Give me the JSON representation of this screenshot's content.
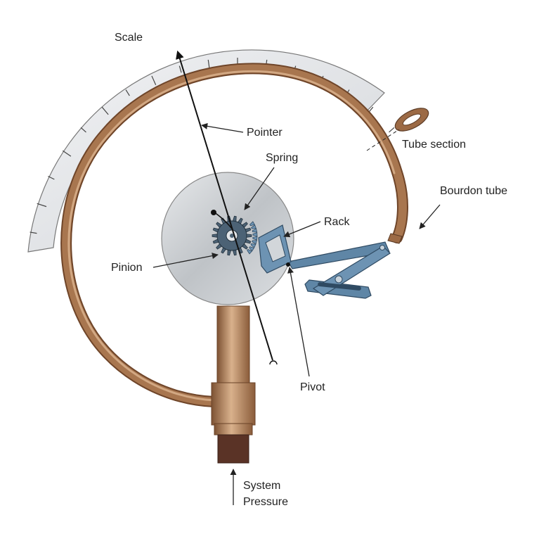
{
  "labels": {
    "scale": "Scale",
    "pointer": "Pointer",
    "spring": "Spring",
    "tube_section": "Tube section",
    "bourdon_tube": "Bourdon tube",
    "rack": "Rack",
    "pinion": "Pinion",
    "pivot": "Pivot",
    "system_pressure_line1": "System",
    "system_pressure_line2": "Pressure"
  },
  "colors": {
    "tube": "#a8764f",
    "tube_highlight": "#d9b18c",
    "scale_face": "#e3e5e8",
    "dial_face": "#cfd2d5",
    "gear": "#4c6275",
    "linkage": "#5f86a6",
    "fitting_dark": "#5a3326"
  }
}
